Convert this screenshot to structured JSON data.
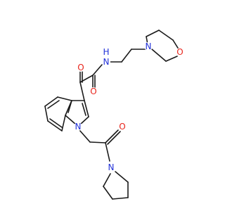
{
  "colors": {
    "bond": "#1a1a1a",
    "oxygen": "#e8231a",
    "nitrogen": "#2030d8",
    "background": "#ffffff"
  },
  "atoms": {
    "o_morpholine": "O",
    "n_morpholine": "N",
    "nh_amide": "N",
    "h_amide": "H",
    "o_ketone": "O",
    "o_amide": "O",
    "n_indole": "N",
    "o_acyl": "O",
    "n_pyrrolidine": "N"
  }
}
